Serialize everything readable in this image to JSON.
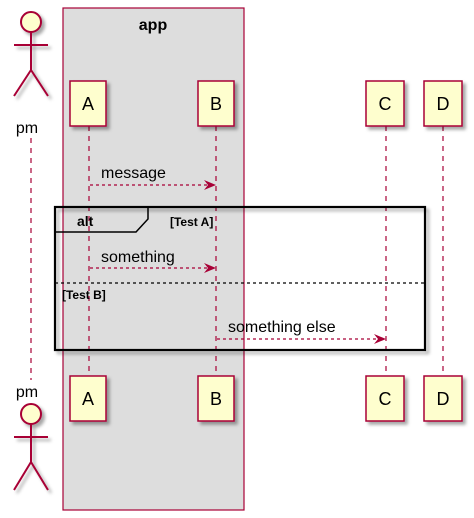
{
  "box": {
    "title": "app"
  },
  "actor": {
    "name": "pm"
  },
  "participants": {
    "a": "A",
    "b": "B",
    "c": "C",
    "d": "D"
  },
  "messages": {
    "m1": "message",
    "m2": "something",
    "m3": "something else"
  },
  "fragment": {
    "keyword": "alt",
    "guard1": "[Test A]",
    "guard2": "[Test B]"
  },
  "colors": {
    "border": "#A80036",
    "participant_fill": "#FEFECE",
    "box_fill": "#DDDDDD",
    "arrow": "#A80036"
  }
}
